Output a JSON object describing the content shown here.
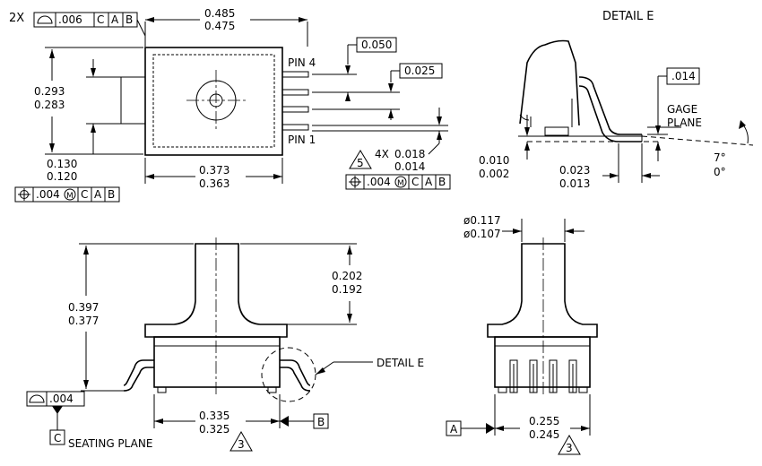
{
  "top_view": {
    "flatness_callout": {
      "count": "2X",
      "symbol": "profile-of-surface",
      "tolerance": ".006",
      "datums": [
        "C",
        "A",
        "B"
      ]
    },
    "width_max": "0.485",
    "width_min": "0.475",
    "pin4_label": "PIN 4",
    "pin1_label": "PIN 1",
    "pin_pitch": "0.050",
    "pin_gap": "0.025",
    "height_max": "0.293",
    "height_min": "0.283",
    "lead_offset_max": "0.130",
    "lead_offset_min": "0.120",
    "body_width_max": "0.373",
    "body_width_min": "0.363",
    "position_callout_left": {
      "symbol": "position",
      "tolerance": ".004",
      "modifier": "M",
      "datums": [
        "C",
        "A",
        "B"
      ]
    },
    "note5_flag": "5",
    "lead_count": "4X",
    "lead_width_max": "0.018",
    "lead_width_min": "0.014",
    "position_callout_right": {
      "symbol": "position",
      "tolerance": ".004",
      "modifier": "M",
      "datums": [
        "C",
        "A",
        "B"
      ]
    }
  },
  "detail_e": {
    "title": "DETAIL E",
    "lead_thickness": ".014",
    "gage_plane_line1": "GAGE",
    "gage_plane_line2": "PLANE",
    "standoff_max": "0.010",
    "standoff_min": "0.002",
    "foot_length_max": "0.023",
    "foot_length_min": "0.013",
    "angle_max": "7°",
    "angle_min": "0°"
  },
  "front_view": {
    "overall_height_max": "0.397",
    "overall_height_min": "0.377",
    "port_height_max": "0.202",
    "port_height_min": "0.192",
    "detail_label": "DETAIL E",
    "coplanarity_callout": {
      "symbol": "profile-of-surface",
      "tolerance": ".004"
    },
    "datum_c": "C",
    "seating_plane": "SEATING PLANE",
    "lead_span_max": "0.335",
    "lead_span_min": "0.325",
    "datum_b": "B",
    "note3_flag": "3"
  },
  "side_view": {
    "port_diameter_max": "ø0.117",
    "port_diameter_min": "ø0.107",
    "datum_a": "A",
    "span_max": "0.255",
    "span_min": "0.245",
    "note3_flag": "3"
  }
}
